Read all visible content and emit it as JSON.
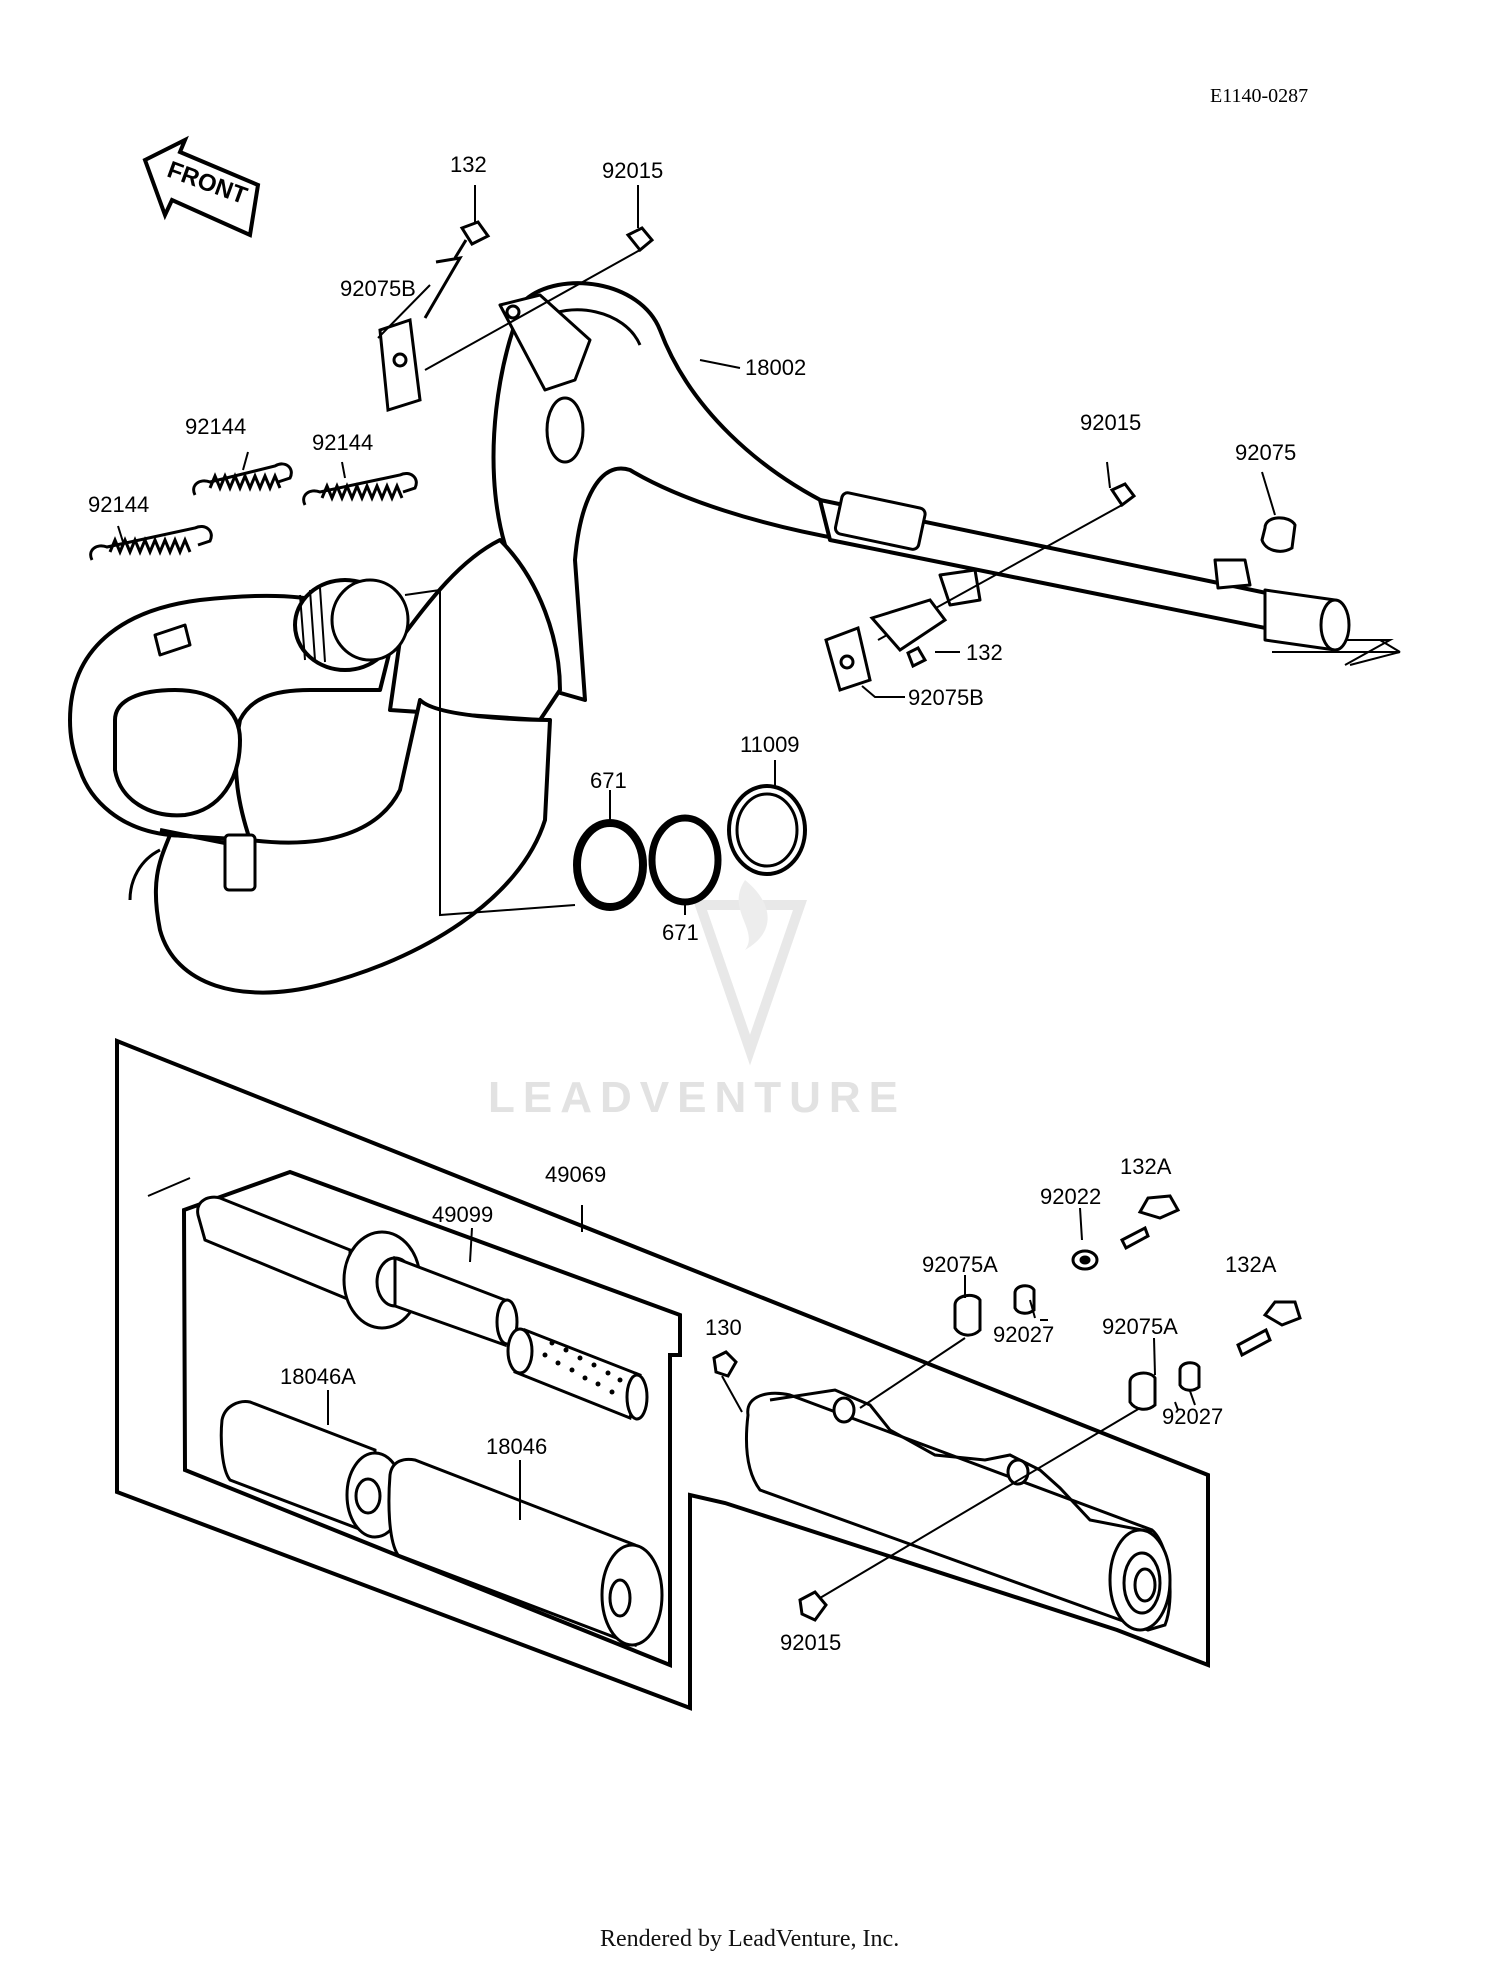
{
  "drawing_code": "E1140-0287",
  "front_label": "FRONT",
  "watermark": "LEADVENTURE",
  "footer": "Rendered by LeadVenture, Inc.",
  "labels": {
    "p132_top": "132",
    "p92015_top": "92015",
    "p92075B_top": "92075B",
    "p18002": "18002",
    "p92144_a": "92144",
    "p92144_b": "92144",
    "p92144_c": "92144",
    "p92015_mid": "92015",
    "p92075": "92075",
    "p132_mid": "132",
    "p92075B_mid": "92075B",
    "p671_a": "671",
    "p671_b": "671",
    "p11009": "11009",
    "p49069": "49069",
    "p49099": "49099",
    "p18046A": "18046A",
    "p18046": "18046",
    "p132A_top": "132A",
    "p92022": "92022",
    "p92075A_a": "92075A",
    "p92027_a": "92027",
    "p130": "130",
    "p132A_right": "132A",
    "p92075A_b": "92075A",
    "p92027_b": "92027",
    "p92015_bottom": "92015"
  }
}
